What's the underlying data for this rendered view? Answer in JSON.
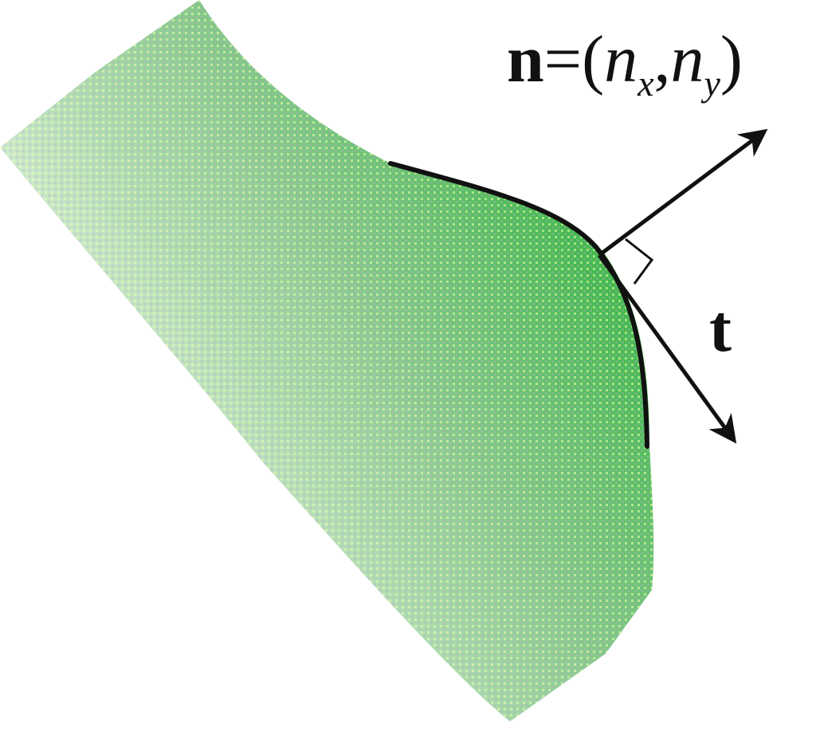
{
  "figure": {
    "normal_label": {
      "vector": "n",
      "equals": "=",
      "open_paren": "(",
      "n_x_base": "n",
      "n_x_sub": "x",
      "comma": ",",
      "n_y_base": "n",
      "n_y_sub": "y",
      "close_paren": ")"
    },
    "tangent_label": "t"
  },
  "colors": {
    "region_dark": "#4fbf5a",
    "region_mid": "#8fcf94",
    "region_light": "#ffffff",
    "boundary": "#111111",
    "arrow": "#111111",
    "background": "#ffffff"
  }
}
